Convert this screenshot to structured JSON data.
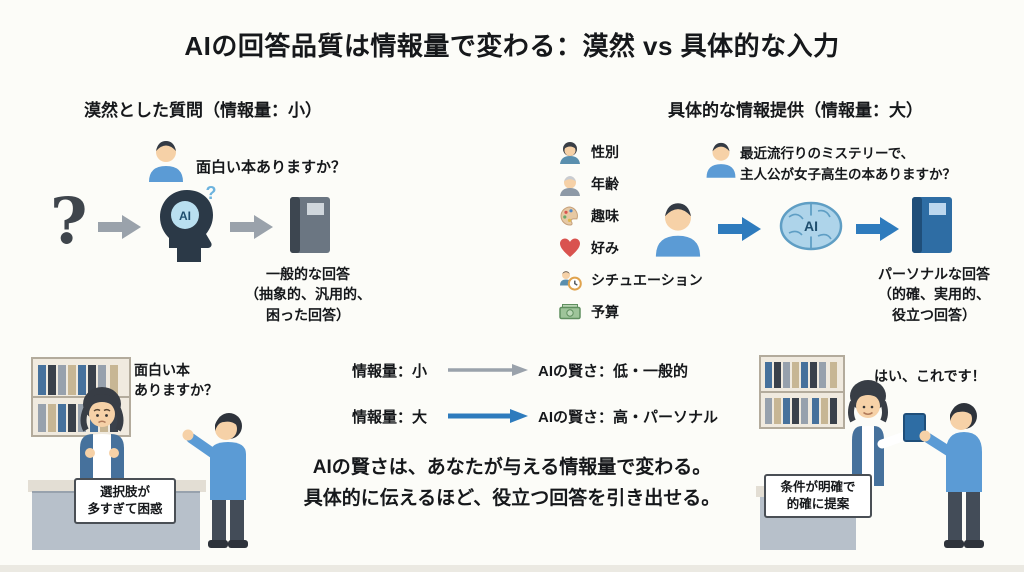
{
  "title": "AIの回答品質は情報量で変わる：漠然 vs 具体的な入力",
  "colors": {
    "accent_blue": "#2e7bbd",
    "arrow_gray": "#9aa2ab",
    "ink": "#16181b",
    "book_blue": "#2e6da4",
    "heart_red": "#d9534f",
    "money_green": "#7fae79"
  },
  "left": {
    "heading": "漠然とした質問（情報量：小）",
    "speech": "面白い本ありますか？",
    "big_question": "?",
    "head_question": "?",
    "ai_label": "AI",
    "result_line1": "一般的な回答",
    "result_line2": "（抽象的、汎用的、",
    "result_line3": "困った回答）"
  },
  "right": {
    "heading": "具体的な情報提供（情報量：大）",
    "attributes": [
      {
        "label": "性別",
        "icon": "gender-icon"
      },
      {
        "label": "年齢",
        "icon": "age-icon"
      },
      {
        "label": "趣味",
        "icon": "palette-icon"
      },
      {
        "label": "好み",
        "icon": "heart-icon"
      },
      {
        "label": "シチュエーション",
        "icon": "situation-clock-icon"
      },
      {
        "label": "予算",
        "icon": "money-icon"
      }
    ],
    "speech_line1": "最近流行りのミステリーで、",
    "speech_line2": "主人公が女子高生の本ありますか？",
    "ai_label": "AI",
    "result_line1": "パーソナルな回答",
    "result_line2": "（的確、実用的、",
    "result_line3": "役立つ回答）"
  },
  "legend": {
    "small_label": "情報量：小",
    "small_result": "AIの賢さ：低・一般的",
    "large_label": "情報量：大",
    "large_result": "AIの賢さ：高・パーソナル",
    "summary_line1": "AIの賢さは、あなたが与える情報量で変わる。",
    "summary_line2": "具体的に伝えるほど、役立つ回答を引き出せる。"
  },
  "bottom_left": {
    "speech_line1": "面白い本",
    "speech_line2": "ありますか？",
    "label_line1": "選択肢が",
    "label_line2": "多すぎて困惑"
  },
  "bottom_right": {
    "speech": "はい、これです！",
    "label_line1": "条件が明確で",
    "label_line2": "的確に提案"
  }
}
